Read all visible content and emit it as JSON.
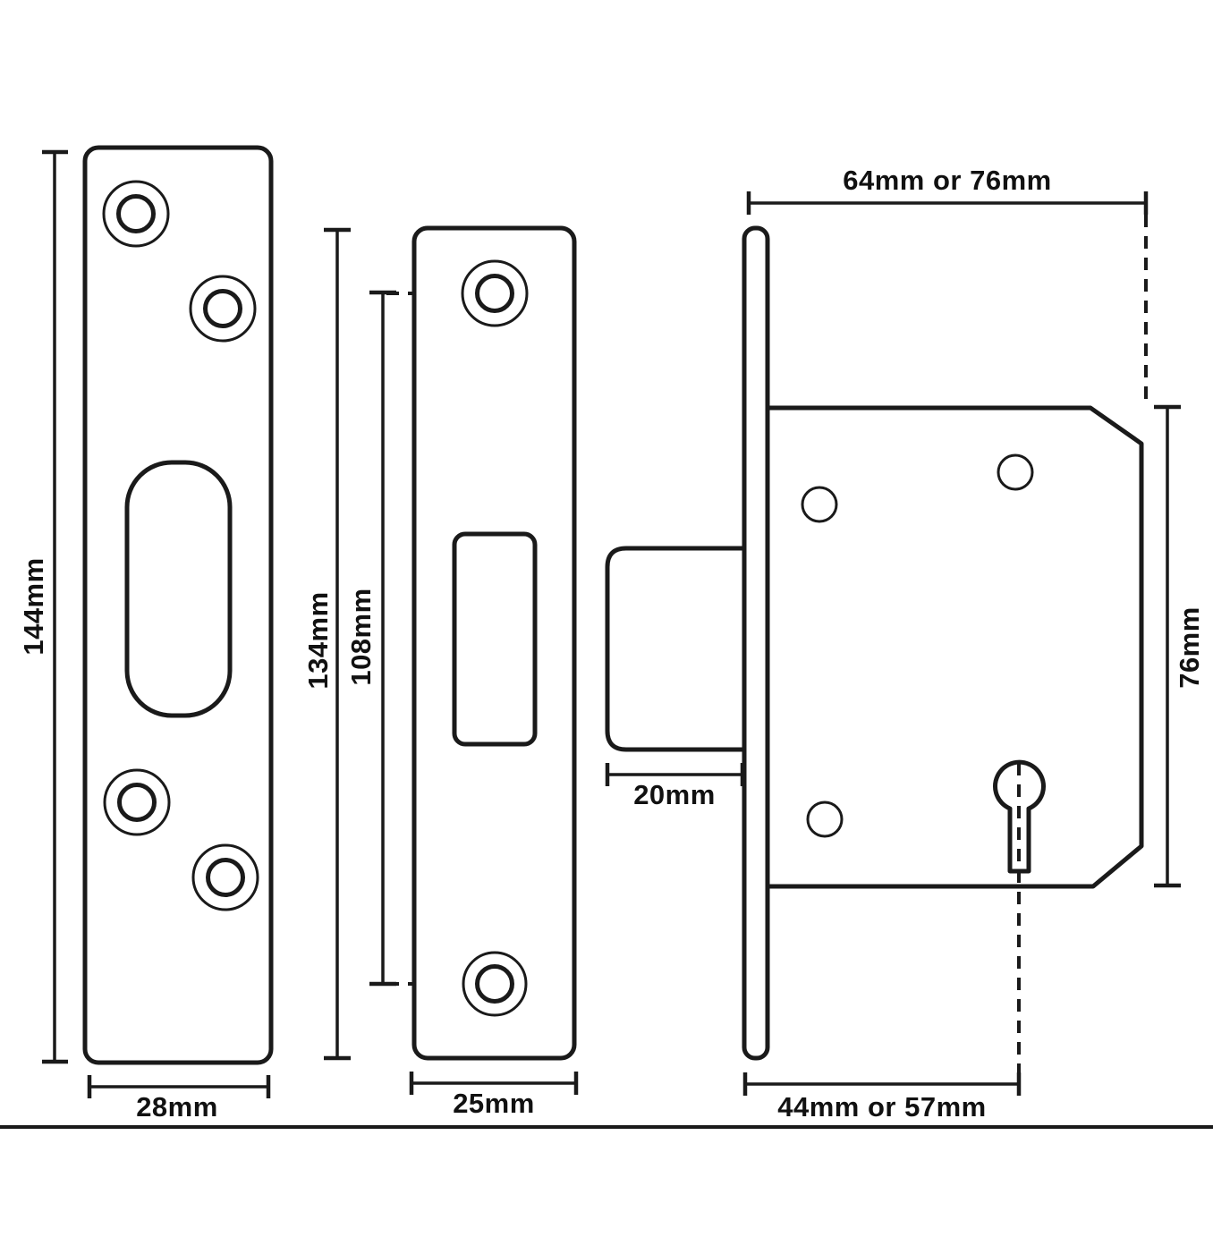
{
  "drawing": {
    "type": "technical-dimension-diagram",
    "subject": "mortice deadlock lock, strike plate and faceplate dimensions",
    "views": {
      "strike_plate": {
        "height_label": "144mm",
        "width_label": "28mm"
      },
      "faceplate": {
        "height_label": "134mm",
        "screw_spacing_label": "108mm",
        "width_label": "25mm"
      },
      "lock_body": {
        "case_depth_label": "64mm or 76mm",
        "bolt_throw_label": "20mm",
        "case_height_label": "76mm",
        "backset_label": "44mm or 57mm"
      }
    },
    "colors": {
      "line": "#1a1a1a",
      "background": "#ffffff"
    }
  }
}
